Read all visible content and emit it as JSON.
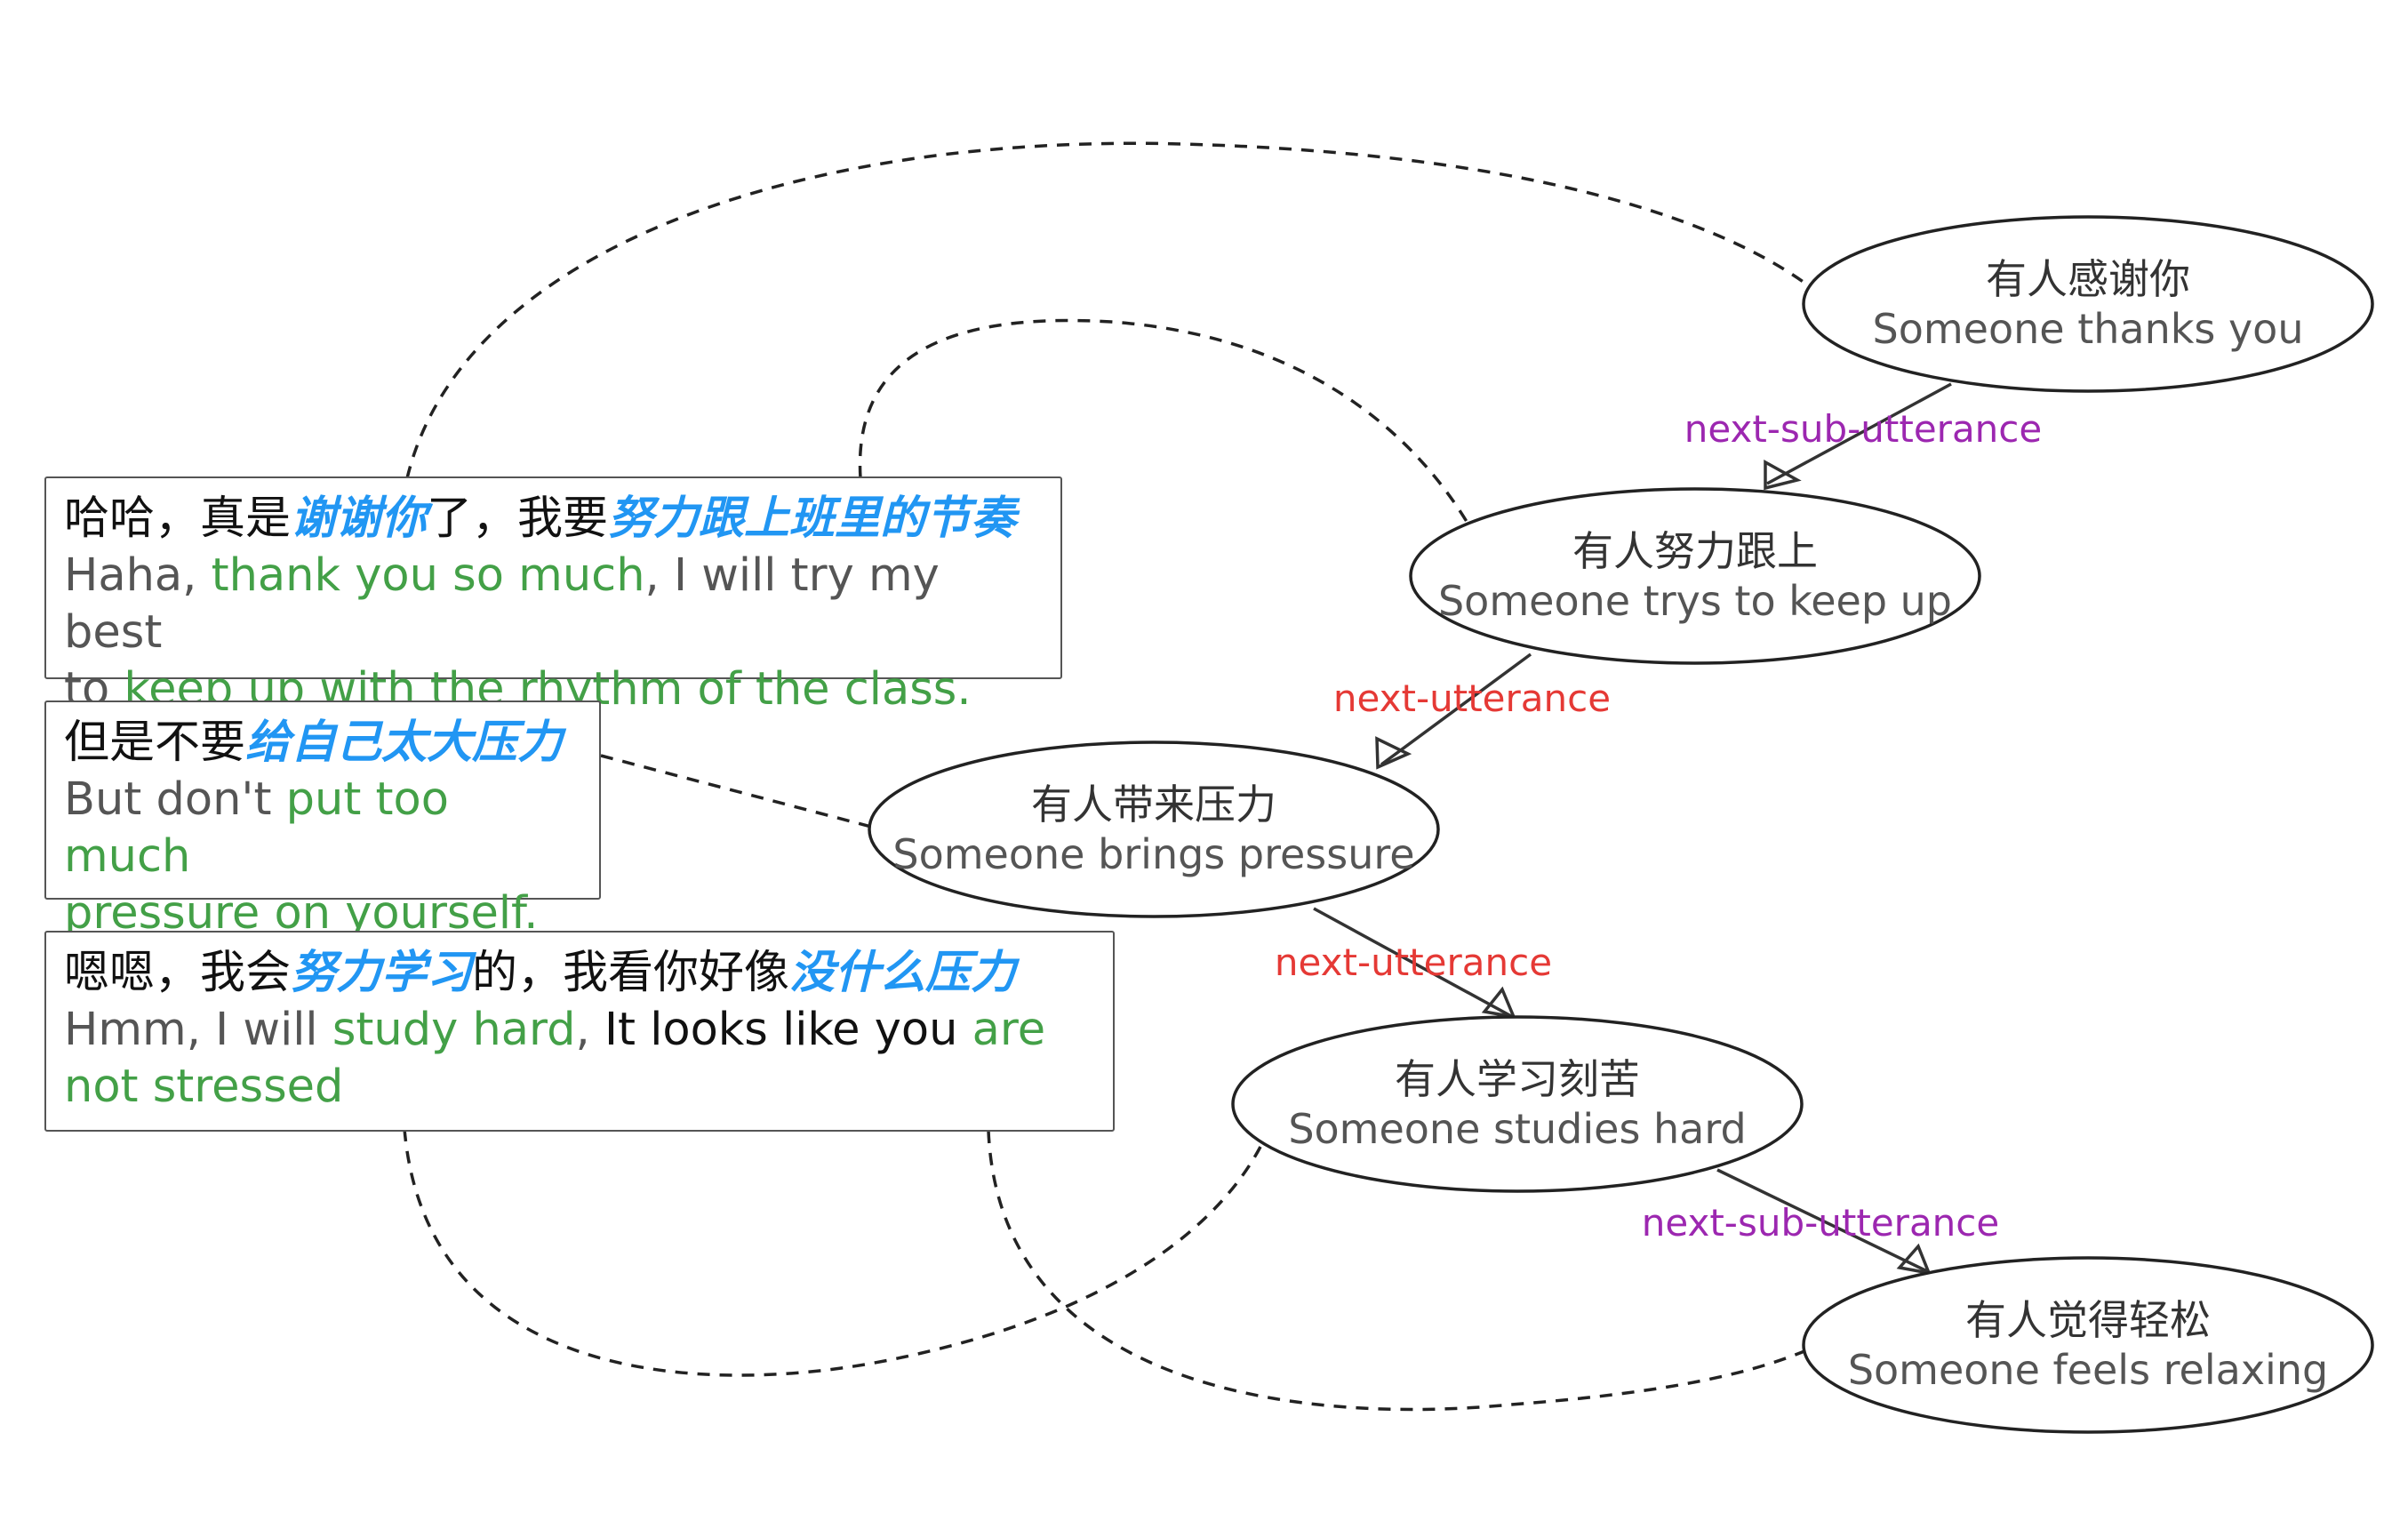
{
  "colors": {
    "highlight_zh": "#2196F3",
    "highlight_en": "#43a047",
    "next_sub_utterance": "#9c27b0",
    "next_utterance": "#e53935"
  },
  "utterances": [
    {
      "zh": [
        "哈哈，真是",
        "谢谢你",
        "了，我要",
        "努力跟上班里的节奏"
      ],
      "en": [
        "Haha, ",
        "thank you so much",
        ", I will try my best",
        " to ",
        "keep up with the rhythm of the class."
      ]
    },
    {
      "zh": [
        "但是不要",
        "给自己太大压力"
      ],
      "en": [
        "But don't ",
        "put too much",
        " ",
        "pressure on yourself."
      ]
    },
    {
      "zh": [
        "嗯嗯，我会",
        "努力学习",
        "的，我看你好像",
        "没什么压力"
      ],
      "en": [
        "Hmm, I will ",
        "study hard",
        ", ",
        "It looks like you",
        " ",
        "are",
        " ",
        "not stressed"
      ]
    }
  ],
  "nodes": [
    {
      "zh": "有人感谢你",
      "en": "Someone thanks you"
    },
    {
      "zh": "有人努力跟上",
      "en": "Someone trys to keep up"
    },
    {
      "zh": "有人带来压力",
      "en": "Someone brings pressure"
    },
    {
      "zh": "有人学习刻苦",
      "en": "Someone studies hard"
    },
    {
      "zh": "有人觉得轻松",
      "en": "Someone feels relaxing"
    }
  ],
  "edges": [
    {
      "label": "next-sub-utterance"
    },
    {
      "label": "next-utterance"
    },
    {
      "label": "next-utterance"
    },
    {
      "label": "next-sub-utterance"
    }
  ]
}
